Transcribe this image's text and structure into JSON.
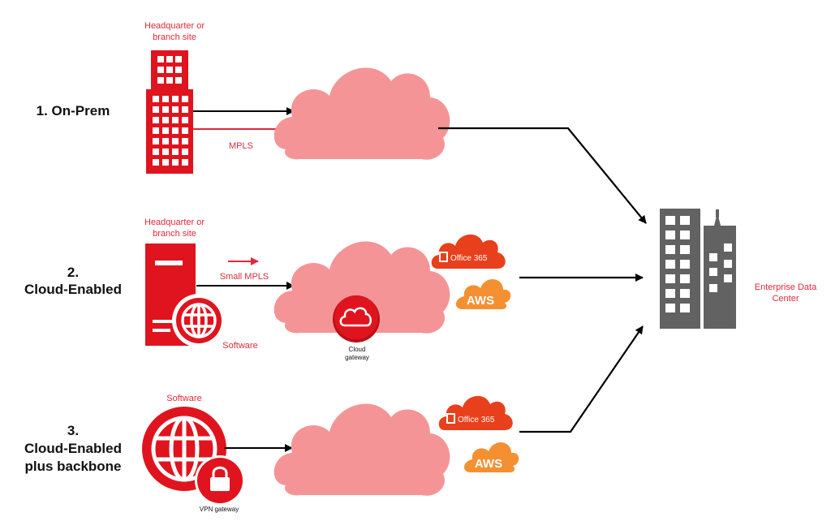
{
  "rows": {
    "row1": {
      "title_lines": [
        "1. On-Prem"
      ]
    },
    "row2": {
      "title_lines": [
        "2.",
        "Cloud-Enabled"
      ]
    },
    "row3": {
      "title_lines": [
        "3.",
        "Cloud-Enabled",
        "plus backbone"
      ]
    }
  },
  "labels": {
    "hq1_line1": "Headquarter or",
    "hq1_line2": "branch site",
    "mpls": "MPLS",
    "hq2_line1": "Headquarter or",
    "hq2_line2": "branch site",
    "small_mpls": "Small MPLS",
    "software_row2": "Software",
    "cloud_gateway_line1": "Cloud",
    "cloud_gateway_line2": "gateway",
    "software_row3": "Software",
    "vpn_gateway": "VPN gateway",
    "datacenter_line1": "Enterprise Data",
    "datacenter_line2": "Center"
  },
  "badges": {
    "office365": "Office 365",
    "aws": "AWS"
  },
  "colors": {
    "brand_red": "#e0141e",
    "cloud_pink": "#f59496",
    "office_orange": "#e8401c",
    "aws_orange": "#f59032",
    "building_gray": "#626262",
    "arrow": "#000000"
  },
  "icons": {
    "hq_building": "office-building-icon",
    "server": "server-globe-icon",
    "globe": "globe-icon",
    "lock": "padlock-icon",
    "cloud": "cloud-icon",
    "datacenter": "skyscraper-icon"
  }
}
